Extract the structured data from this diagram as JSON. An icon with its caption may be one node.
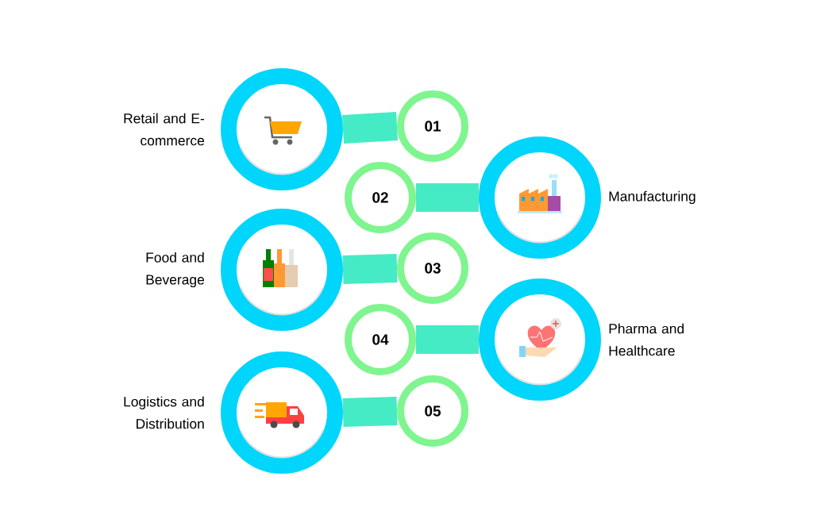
{
  "diagram": {
    "nodes": [
      {
        "text": [],
        "shape": "circle",
        "beside": [
          "Retail and E-commerce"
        ]
      },
      {
        "text": [
          "01"
        ]
      },
      {
        "text": [
          "02"
        ]
      },
      {
        "text": [],
        "shape": "circle",
        "beside": [
          "Manufacturing"
        ]
      },
      {
        "text": [],
        "shape": "circle",
        "beside": [
          "Food and Beverage"
        ]
      },
      {
        "text": [
          "03"
        ]
      },
      {
        "text": [
          "04"
        ]
      },
      {
        "text": [],
        "shape": "circle",
        "beside": [
          "Pharma and Healthcare"
        ]
      },
      {
        "text": [],
        "shape": "circle",
        "beside": [
          "Logistics and Distribution"
        ]
      },
      {
        "text": [
          "05"
        ]
      }
    ],
    "edges": [
      {
        "from": 0,
        "to": 1,
        "arrow": "none"
      },
      {
        "from": 2,
        "to": 3,
        "arrow": "none"
      },
      {
        "from": 4,
        "to": 5,
        "arrow": "none"
      },
      {
        "from": 6,
        "to": 7,
        "arrow": "none"
      },
      {
        "from": 8,
        "to": 9,
        "arrow": "none"
      }
    ]
  }
}
